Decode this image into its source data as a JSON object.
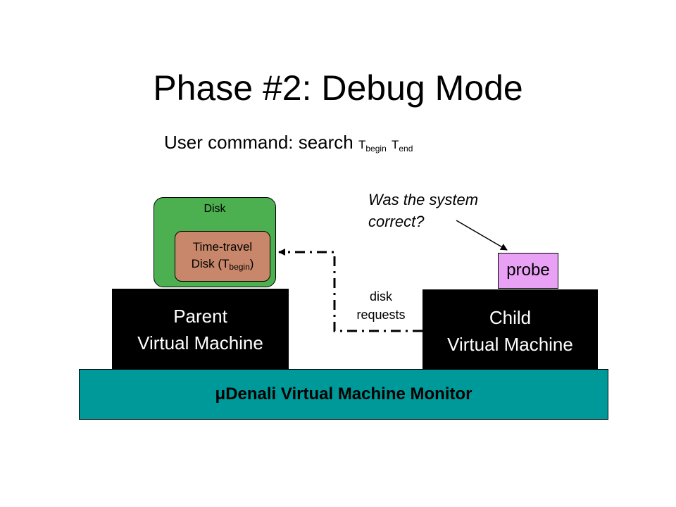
{
  "title": "Phase #2: Debug Mode",
  "subtitle": {
    "prefix": "User command: search ",
    "t1": "T",
    "t1_sub": "begin",
    "t2": "T",
    "t2_sub": "end"
  },
  "disk": {
    "label": "Disk",
    "inner_line1": "Time-travel",
    "inner_line2_prefix": "Disk (T",
    "inner_line2_sub": "begin",
    "inner_line2_suffix": ")"
  },
  "parent_vm": {
    "line1": "Parent",
    "line2": "Virtual Machine"
  },
  "child_vm": {
    "line1": "Child",
    "line2": "Virtual Machine"
  },
  "probe": "probe",
  "question": {
    "line1": "Was the system",
    "line2": "correct?"
  },
  "disk_requests": {
    "line1": "disk",
    "line2": "requests"
  },
  "monitor": {
    "mu": "μ",
    "label": "Denali Virtual Machine Monitor"
  },
  "colors": {
    "disk_green": "#4caf50",
    "time_travel_disk": "#c8876a",
    "probe_purple": "#e9a1f5",
    "monitor_teal": "#009999",
    "vm_black": "#000000"
  }
}
